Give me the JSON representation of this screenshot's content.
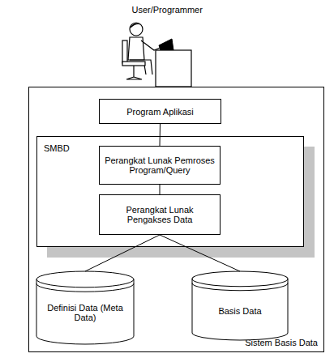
{
  "diagram": {
    "nodes": [
      {
        "text": [
          "Sistem Basis Data"
        ]
      },
      {
        "text": [
          "Program Aplikasi"
        ],
        "in": 0
      },
      {
        "text": [
          "SMBD"
        ],
        "in": 0
      },
      {
        "text": [
          "Perangkat Lunak Pemroses Program/Query"
        ],
        "in": 2
      },
      {
        "text": [
          "Perangkat Lunak Pengakses Data"
        ],
        "in": 2
      },
      {
        "text": [
          "Definisi Data (Meta Data)"
        ],
        "in": 0
      },
      {
        "text": [
          "Basis Data"
        ],
        "in": 0
      }
    ],
    "edges": [
      {
        "from": 1,
        "to": 3,
        "arrow": "none"
      },
      {
        "from": 3,
        "to": 4,
        "arrow": "none"
      },
      {
        "from": 4,
        "to": 5,
        "arrow": "none"
      },
      {
        "from": 4,
        "to": 6,
        "arrow": "none"
      }
    ],
    "labels": [
      "User/Programmer"
    ]
  }
}
